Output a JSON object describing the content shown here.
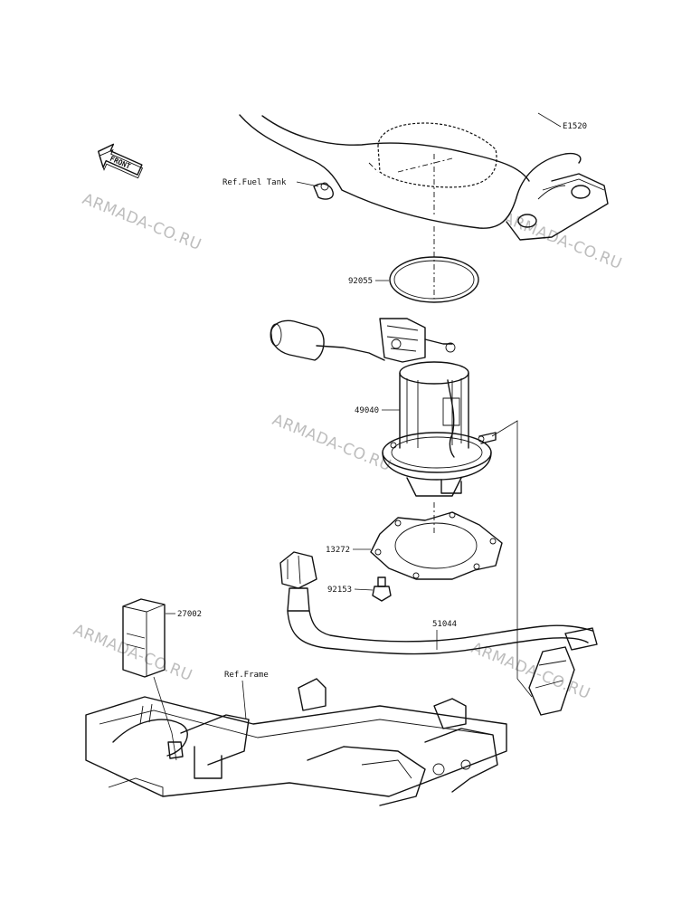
{
  "diagram": {
    "code": "E1520",
    "front_badge": "FRONT",
    "watermark": "ARMADA-CO.RU",
    "references": {
      "fuel_tank": "Ref.Fuel Tank",
      "frame": "Ref.Frame"
    },
    "parts": {
      "gasket_ring": "92055",
      "fuel_pump": "49040",
      "gasket_plate": "13272",
      "bolt": "92153",
      "relay": "27002",
      "fuel_hose": "51044"
    }
  }
}
